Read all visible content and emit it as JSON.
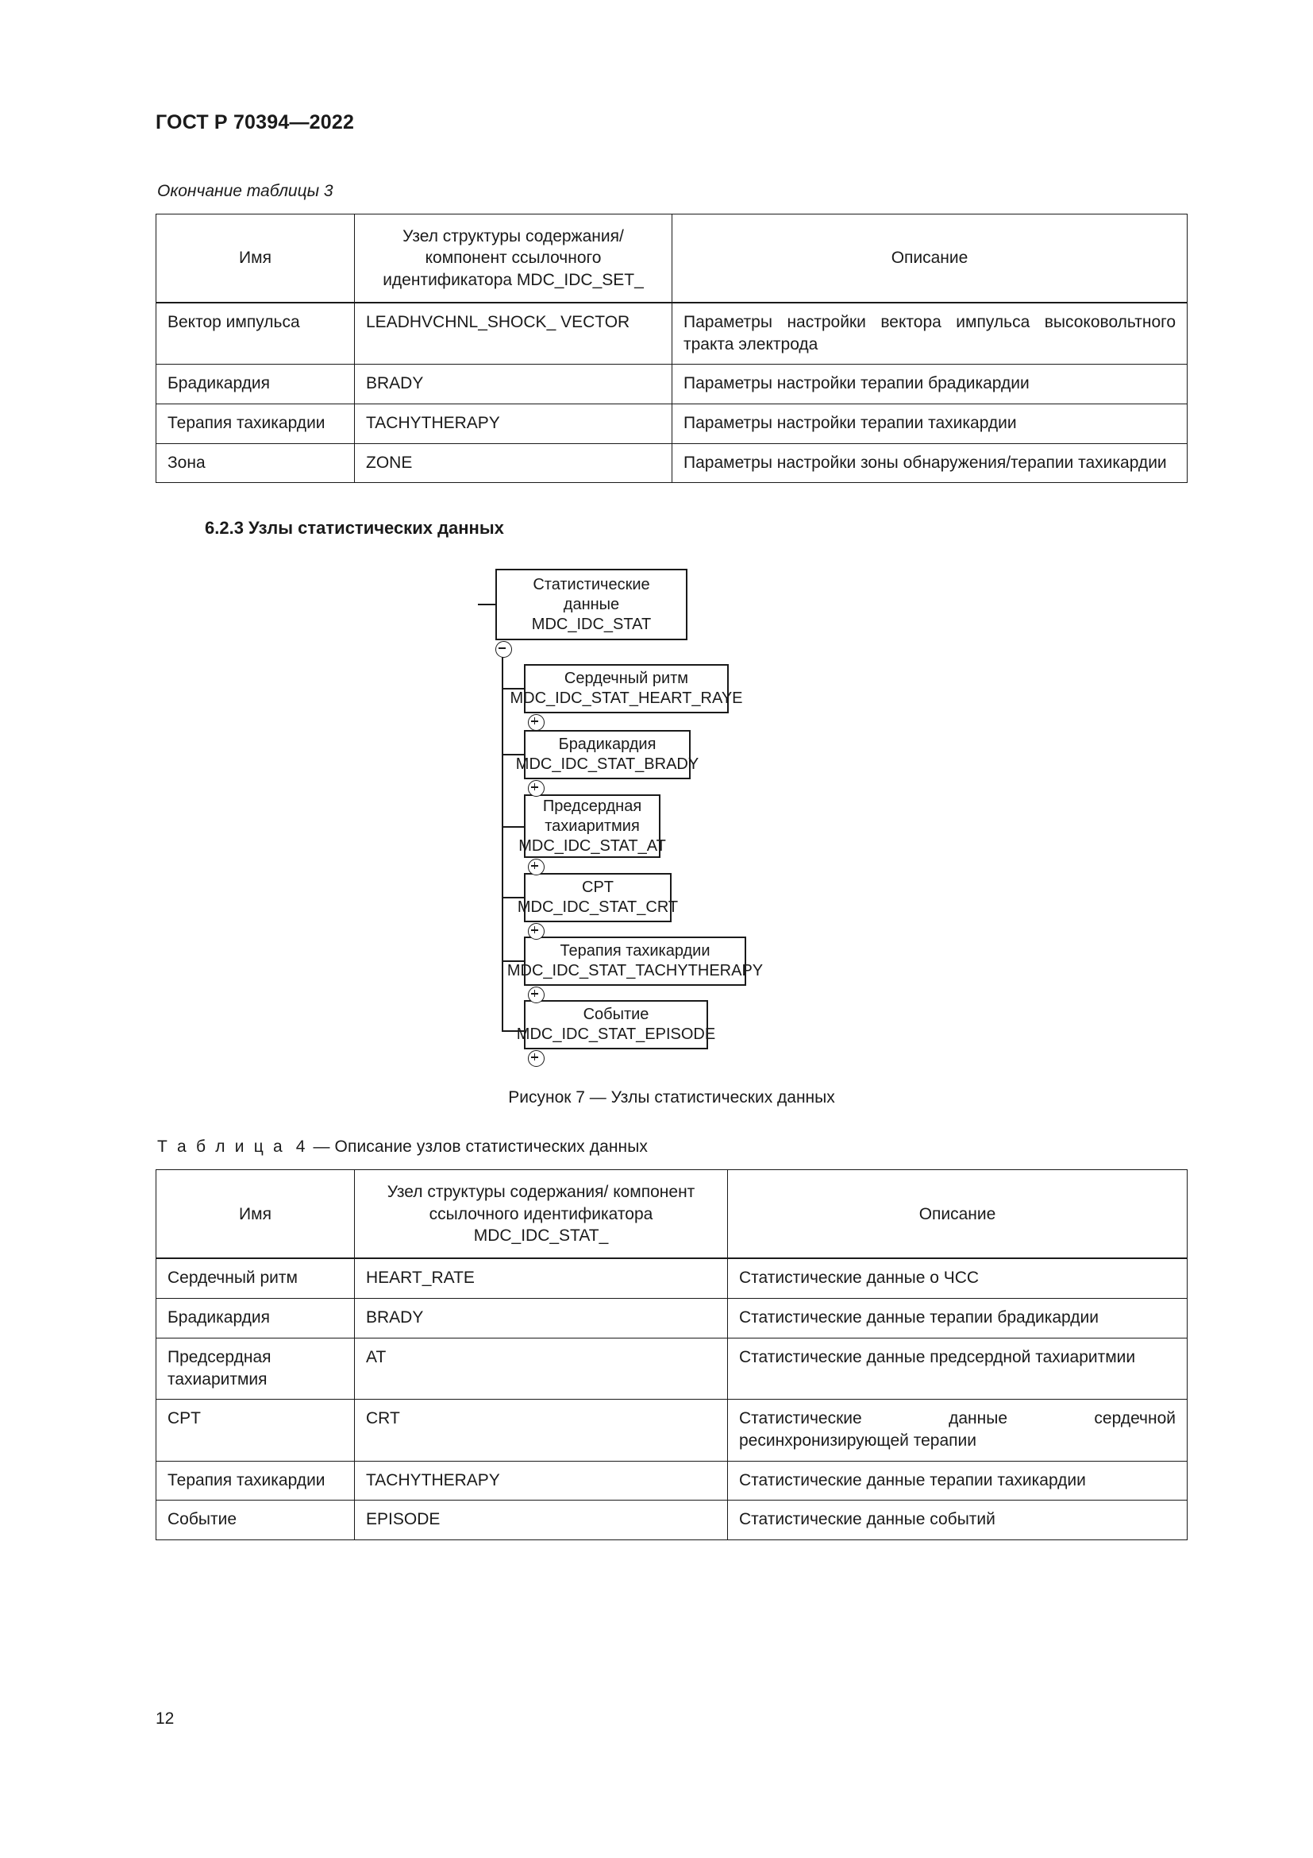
{
  "document": {
    "header": "ГОСТ Р 70394—2022",
    "page_number": "12"
  },
  "table3": {
    "caption": "Окончание таблицы 3",
    "headers": {
      "name": "Имя",
      "node_line1": "Узел структуры содержания/",
      "node_line2": "компонент ссылочного",
      "node_line3": "идентификатора MDC_IDC_SET_",
      "description": "Описание"
    },
    "rows": [
      {
        "name": "Вектор импульса",
        "node": "LEADHVCHNL_SHOCK_ VECTOR",
        "description": "Параметры настройки вектора импульса высоковольтного тракта электрода"
      },
      {
        "name": "Брадикардия",
        "node": "BRADY",
        "description": "Параметры настройки терапии брадикардии"
      },
      {
        "name": "Терапия тахикардии",
        "node": "TACHYTHERAPY",
        "description": "Параметры настройки терапии тахикардии"
      },
      {
        "name": "Зона",
        "node": "ZONE",
        "description": "Параметры настройки зоны обнаружения/терапии тахикардии"
      }
    ]
  },
  "section": {
    "heading": "6.2.3 Узлы статистических данных"
  },
  "figure7": {
    "caption": "Рисунок 7 — Узлы статистических данных",
    "root": {
      "title_line1": "Статистические",
      "title_line2": "данные",
      "code": "MDC_IDC_STAT"
    },
    "children": [
      {
        "title": "Сердечный ритм",
        "code": "MDC_IDC_STAT_HEART_RAYE"
      },
      {
        "title": "Брадикардия",
        "code": "MDC_IDC_STAT_BRADY"
      },
      {
        "title": "Предсердная",
        "title2": "тахиаритмия",
        "code": "MDC_IDC_STAT_AT"
      },
      {
        "title": "CPT",
        "code": "MDC_IDC_STAT_CRT"
      },
      {
        "title": "Терапия тахикардии",
        "code": "MDC_IDC_STAT_TACHYTHERAPY"
      },
      {
        "title": "Событие",
        "code": "MDC_IDC_STAT_EPISODE"
      }
    ]
  },
  "table4": {
    "caption_prefix": "Т а б л и ц а",
    "caption_number": "4",
    "caption_text": "— Описание узлов статистических данных",
    "headers": {
      "name": "Имя",
      "node_line1": "Узел структуры содержания/ компонент",
      "node_line2": "ссылочного идентификатора MDC_IDC_STAT_",
      "description": "Описание"
    },
    "rows": [
      {
        "name": "Сердечный ритм",
        "node": "HEART_RATE",
        "description": "Статистические данные о ЧСС"
      },
      {
        "name": "Брадикардия",
        "node": "BRADY",
        "description": "Статистические данные терапии брадикардии"
      },
      {
        "name": "Предсердная тахиаритмия",
        "node": "AT",
        "description": "Статистические данные предсердной тахиаритмии"
      },
      {
        "name": "CPT",
        "node": "CRT",
        "description": "Статистические данные сердечной ресинхронизирующей терапии"
      },
      {
        "name": "Терапия тахикардии",
        "node": "TACHYTHERAPY",
        "description": "Статистические данные терапии тахикардии"
      },
      {
        "name": "Событие",
        "node": "EPISODE",
        "description": "Статистические данные событий"
      }
    ]
  }
}
